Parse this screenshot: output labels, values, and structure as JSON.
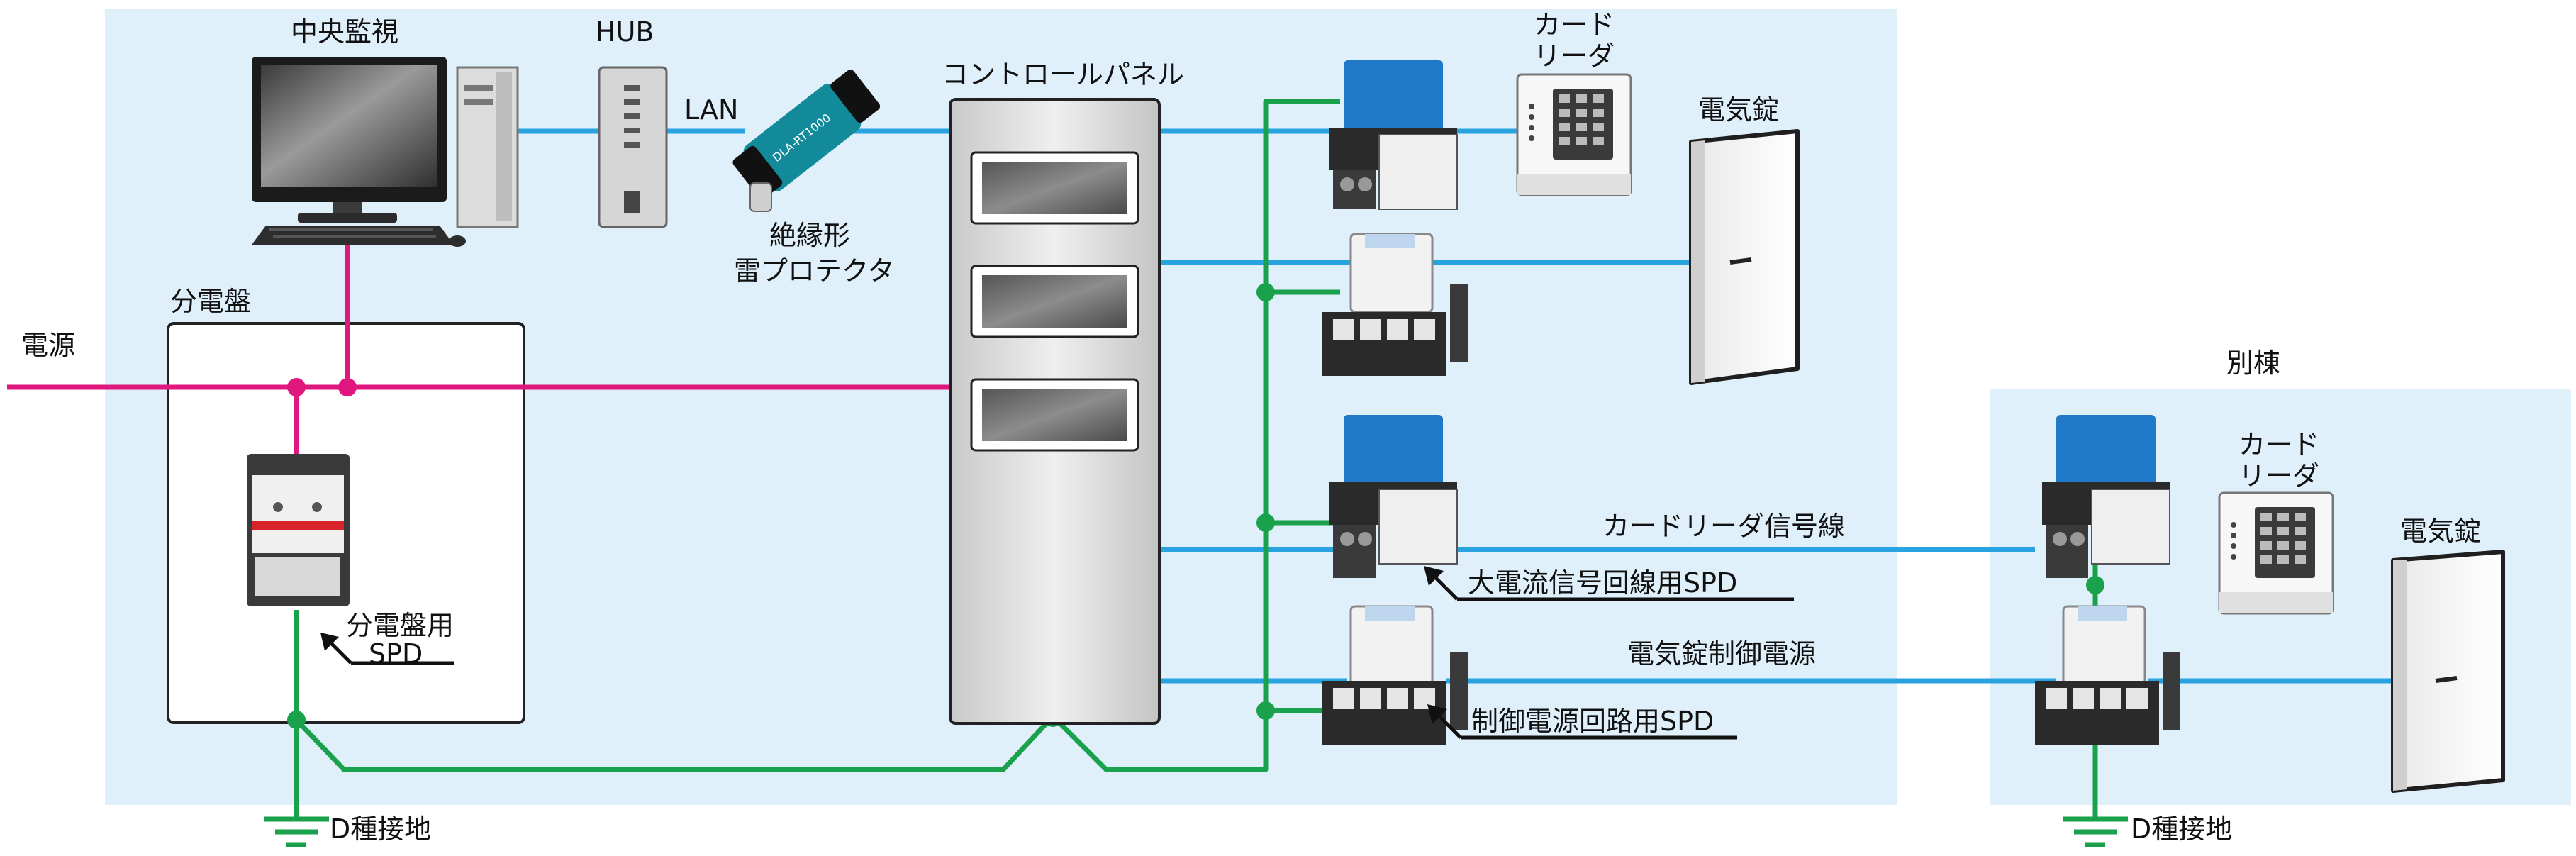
{
  "labels": {
    "central_monitor": "中央監視",
    "hub": "HUB",
    "lan": "LAN",
    "protector_line1": "絶縁形",
    "protector_line2": "雷プロテクタ",
    "control_panel": "コントロールパネル",
    "card_reader_a_line1": "カード",
    "card_reader_a_line2": "リーダ",
    "electric_lock_a": "電気錠",
    "power_source": "電源",
    "distribution_board": "分電盤",
    "db_spd_line1": "分電盤用",
    "db_spd_line2": "SPD",
    "ground_left": "D種接地",
    "annex": "別棟",
    "card_reader_b_line1": "カード",
    "card_reader_b_line2": "リーダ",
    "electric_lock_b": "電気錠",
    "card_reader_signal_line": "カードリーダ信号線",
    "large_current_spd": "大電流信号回線用SPD",
    "lock_control_power": "電気錠制御電源",
    "control_power_spd": "制御電源回路用SPD",
    "ground_right": "D種接地",
    "device_label": "DLA-RT1000"
  },
  "colors": {
    "background_zone": "#dff0fb",
    "signal_line": "#29a3df",
    "power_line": "#e0177e",
    "ground_line": "#1aa14b",
    "spd_blue": "#1f78c8",
    "spd_white": "#f2f2f2",
    "spd_dark": "#2a2a2a"
  }
}
